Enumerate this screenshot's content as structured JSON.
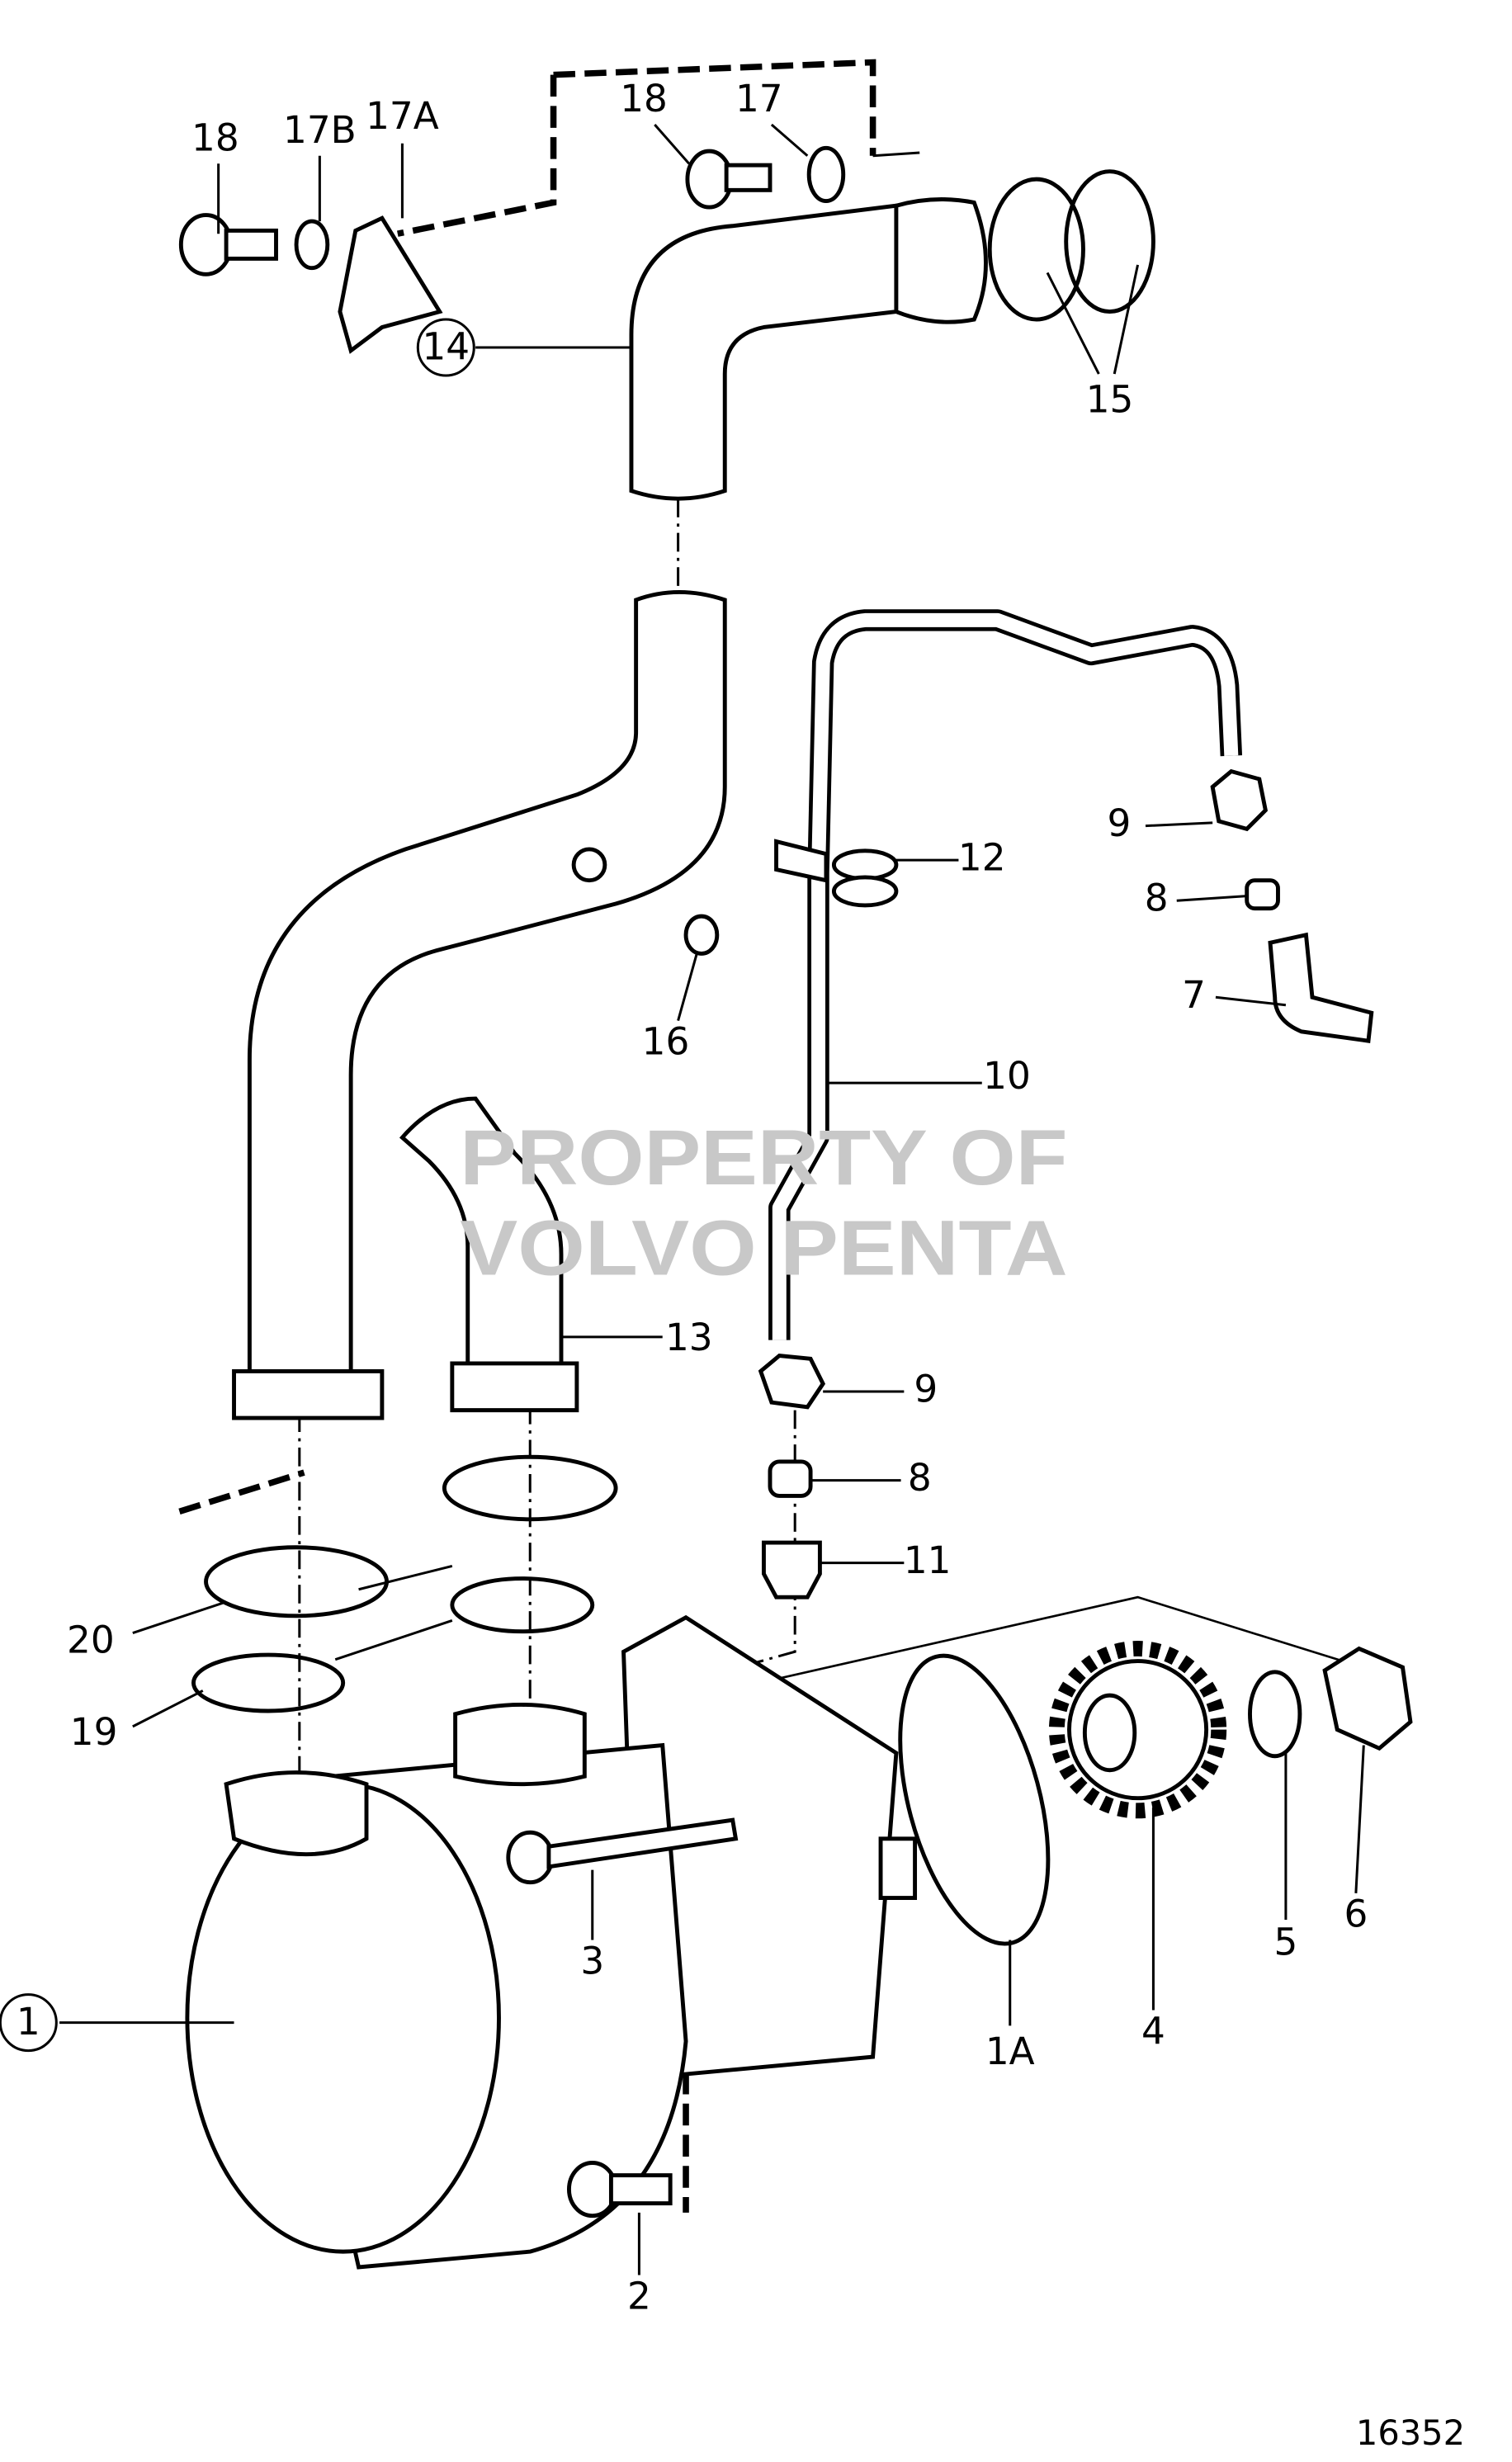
{
  "diagram": {
    "figure_number": "16352",
    "watermark": [
      "PROPERTY OF",
      "VOLVO PENTA"
    ],
    "callouts": {
      "p18a": "18",
      "p17b": "17B",
      "p17a": "17A",
      "p18b": "18",
      "p17": "17",
      "p14": "14",
      "p15": "15",
      "p9a": "9",
      "p8a": "8",
      "p7": "7",
      "p12": "12",
      "p16": "16",
      "p10": "10",
      "p13": "13",
      "p9b": "9",
      "p8b": "8",
      "p11": "11",
      "p20": "20",
      "p19": "19",
      "p3": "3",
      "p1": "1",
      "p1a": "1A",
      "p4": "4",
      "p5": "5",
      "p6": "6",
      "p2": "2"
    }
  }
}
